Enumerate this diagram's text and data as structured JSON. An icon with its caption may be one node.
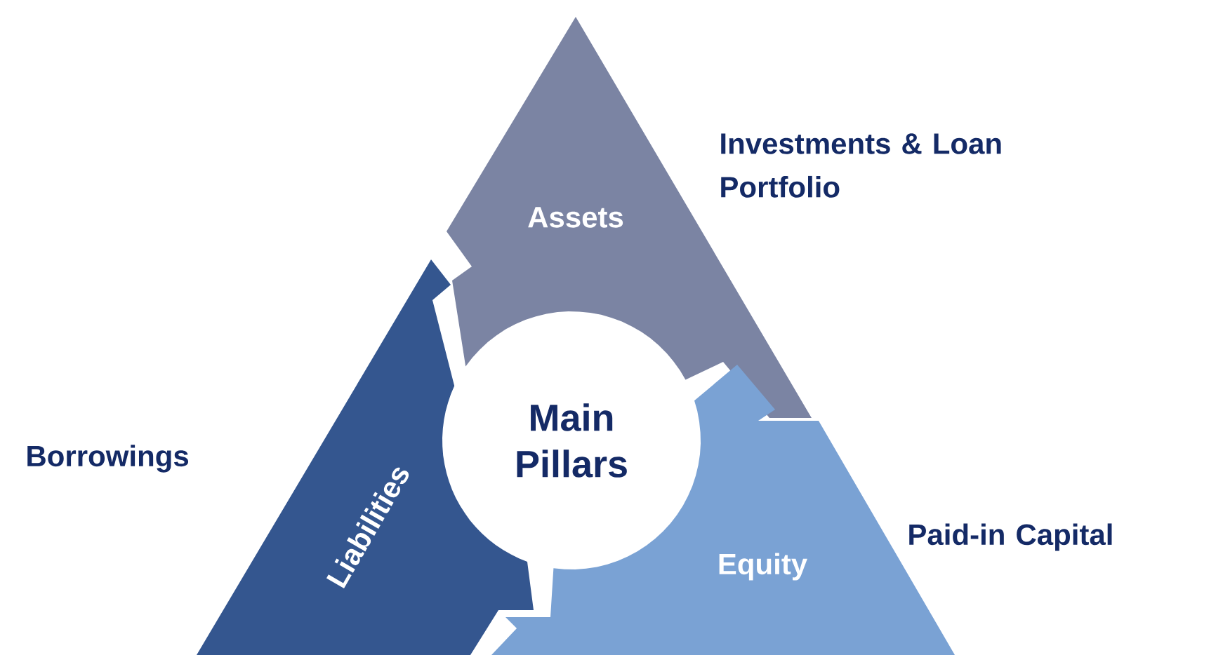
{
  "diagram": {
    "nodes": [
      {
        "text": [
          "Assets"
        ],
        "beside": [
          "Investments & Loan Portfolio"
        ]
      },
      {
        "text": [
          "Main Pillars"
        ]
      },
      {
        "text": [
          "Liabilities"
        ],
        "beside": [
          "Borrowings"
        ]
      },
      {
        "text": [
          "Equity"
        ],
        "beside": [
          "Paid-in Capital"
        ]
      }
    ]
  }
}
